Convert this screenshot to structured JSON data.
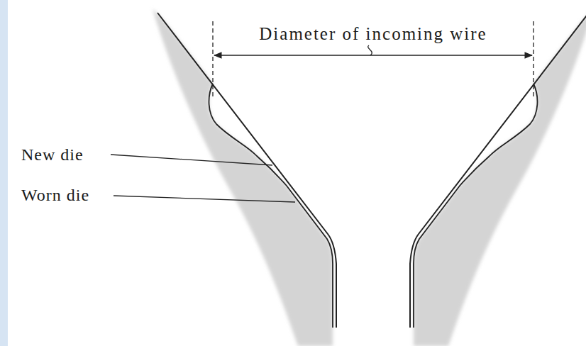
{
  "diagram": {
    "labels": [
      "Diameter of incoming wire",
      "New die",
      "Worn die"
    ]
  }
}
